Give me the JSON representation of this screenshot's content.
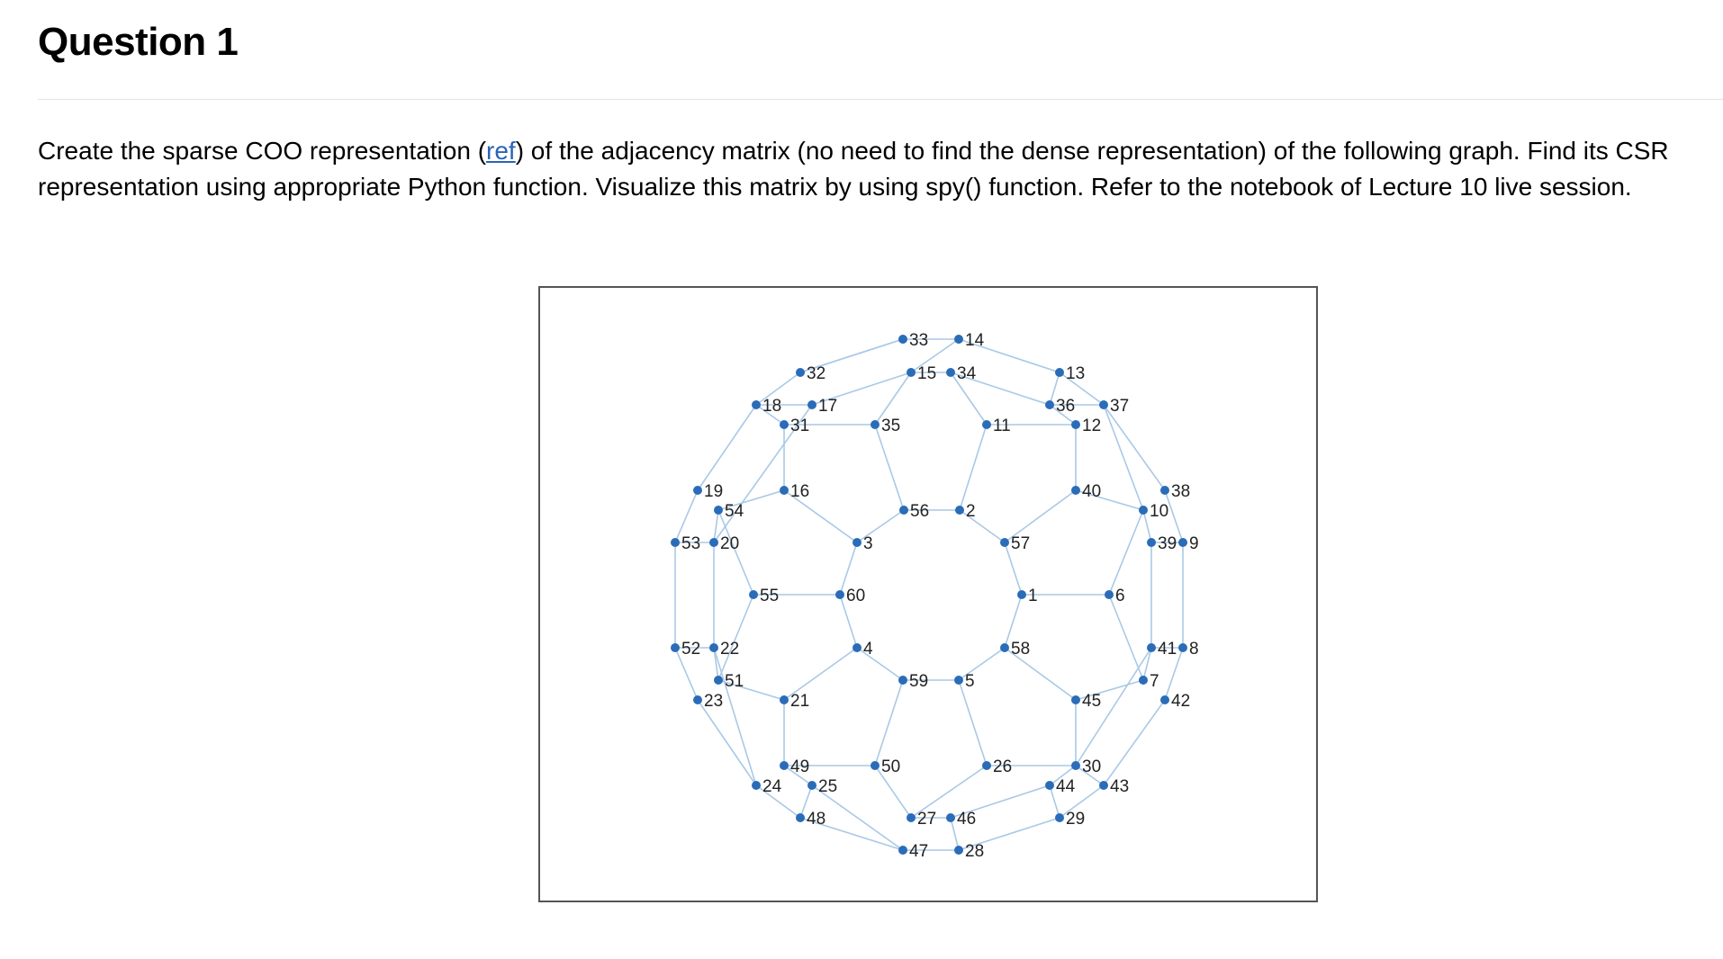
{
  "header": {
    "title": "Question 1"
  },
  "body": {
    "text_before_link": "Create the sparse COO representation (",
    "link_text": "ref",
    "text_after_link": ") of the adjacency matrix (no need to find the dense representation) of the following graph. Find its CSR representation using appropriate Python function. Visualize this matrix by using spy() function. Refer to the notebook of Lecture 10 live session."
  },
  "graph": {
    "node_color": "#2b6cb8",
    "edge_color": "#a9c9e6",
    "node_labels": [
      "1",
      "2",
      "3",
      "4",
      "5",
      "6",
      "7",
      "8",
      "9",
      "10",
      "11",
      "12",
      "13",
      "14",
      "15",
      "16",
      "17",
      "18",
      "19",
      "20",
      "21",
      "22",
      "23",
      "24",
      "25",
      "26",
      "27",
      "28",
      "29",
      "30",
      "31",
      "32",
      "33",
      "34",
      "35",
      "36",
      "37",
      "38",
      "39",
      "40",
      "41",
      "42",
      "43",
      "44",
      "45",
      "46",
      "47",
      "48",
      "49",
      "50",
      "51",
      "52",
      "53",
      "54",
      "55",
      "56",
      "57",
      "58",
      "59",
      "60"
    ],
    "edges": [
      [
        3,
        56
      ],
      [
        56,
        2
      ],
      [
        2,
        57
      ],
      [
        57,
        1
      ],
      [
        1,
        58
      ],
      [
        58,
        5
      ],
      [
        5,
        59
      ],
      [
        59,
        4
      ],
      [
        4,
        60
      ],
      [
        60,
        3
      ],
      [
        56,
        35
      ],
      [
        2,
        11
      ],
      [
        1,
        6
      ],
      [
        5,
        26
      ],
      [
        59,
        50
      ],
      [
        60,
        55
      ],
      [
        3,
        16
      ],
      [
        4,
        21
      ],
      [
        57,
        40
      ],
      [
        58,
        45
      ],
      [
        35,
        31
      ],
      [
        31,
        16
      ],
      [
        35,
        15
      ],
      [
        15,
        34
      ],
      [
        34,
        11
      ],
      [
        11,
        12
      ],
      [
        12,
        40
      ],
      [
        40,
        10
      ],
      [
        10,
        6
      ],
      [
        6,
        7
      ],
      [
        7,
        45
      ],
      [
        45,
        30
      ],
      [
        30,
        26
      ],
      [
        26,
        27
      ],
      [
        27,
        50
      ],
      [
        50,
        49
      ],
      [
        49,
        21
      ],
      [
        21,
        51
      ],
      [
        51,
        55
      ],
      [
        55,
        54
      ],
      [
        54,
        16
      ],
      [
        31,
        18
      ],
      [
        18,
        32
      ],
      [
        32,
        33
      ],
      [
        33,
        14
      ],
      [
        14,
        13
      ],
      [
        13,
        36
      ],
      [
        36,
        37
      ],
      [
        37,
        38
      ],
      [
        38,
        9
      ],
      [
        9,
        8
      ],
      [
        8,
        42
      ],
      [
        42,
        43
      ],
      [
        43,
        29
      ],
      [
        29,
        28
      ],
      [
        28,
        47
      ],
      [
        47,
        48
      ],
      [
        48,
        24
      ],
      [
        24,
        23
      ],
      [
        23,
        52
      ],
      [
        52,
        53
      ],
      [
        53,
        19
      ],
      [
        19,
        18
      ],
      [
        15,
        17
      ],
      [
        17,
        18
      ],
      [
        17,
        20
      ],
      [
        20,
        54
      ],
      [
        20,
        53
      ],
      [
        20,
        22
      ],
      [
        22,
        52
      ],
      [
        22,
        51
      ],
      [
        22,
        24
      ],
      [
        34,
        36
      ],
      [
        36,
        12
      ],
      [
        37,
        10
      ],
      [
        10,
        39
      ],
      [
        39,
        9
      ],
      [
        39,
        41
      ],
      [
        41,
        8
      ],
      [
        41,
        7
      ],
      [
        41,
        30
      ],
      [
        30,
        43
      ],
      [
        44,
        29
      ],
      [
        44,
        46
      ],
      [
        46,
        27
      ],
      [
        46,
        28
      ],
      [
        25,
        49
      ],
      [
        25,
        48
      ],
      [
        25,
        47
      ],
      [
        32,
        33
      ],
      [
        44,
        30
      ],
      [
        14,
        15
      ],
      [
        13,
        37
      ]
    ]
  }
}
